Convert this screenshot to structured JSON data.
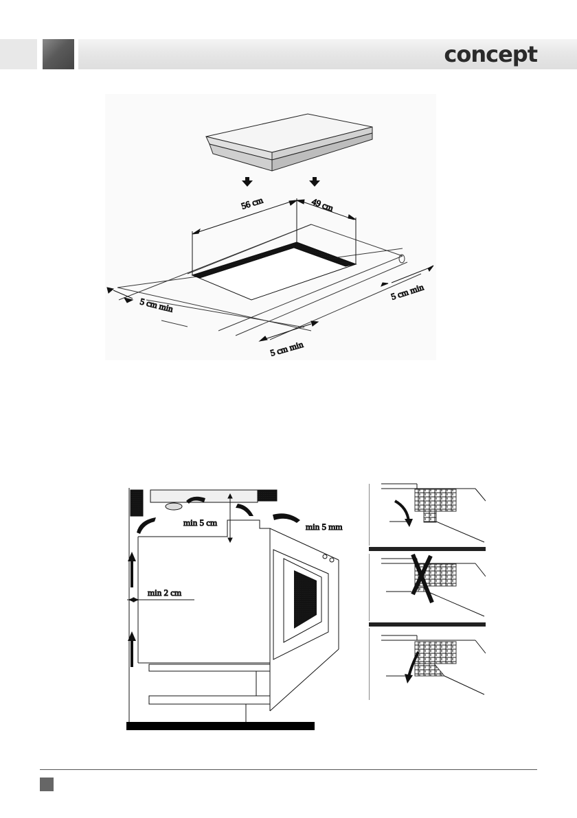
{
  "header": {
    "brand": "concept"
  },
  "figure_cutout": {
    "width_label": "56  cm",
    "depth_label": "49 cm",
    "clear_left": "5 cm min",
    "clear_right": "5 cm  min",
    "clear_front": "5 cm min"
  },
  "figure_vent": {
    "gap_under_label": "min  5 cm",
    "gap_front_label": "min  5 mm",
    "wall_gap_label": "min  2 cm"
  }
}
